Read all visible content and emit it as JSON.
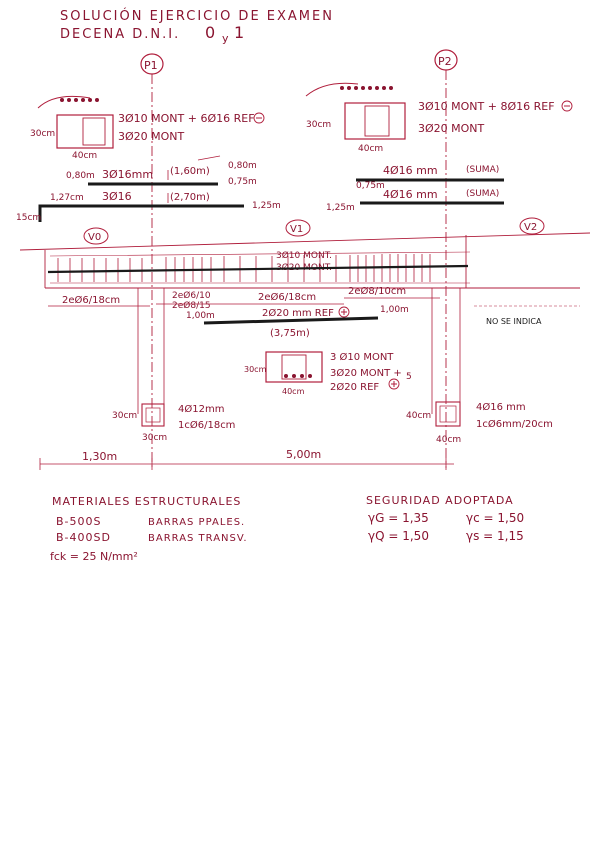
{
  "title": {
    "line1": "SOLUCIÓN EJERCICIO DE EXAMEN",
    "line2": "DECENA D.N.I.",
    "digits": "0",
    "y": "y",
    "digit2": "1"
  },
  "pillars": {
    "p1": "P1",
    "p2": "P2"
  },
  "beams": {
    "v0": "V0",
    "v1": "V1",
    "v2": "V2"
  },
  "section_p1": {
    "top_bars": "3Ø10 MONT + 6Ø16 REF",
    "bottom_bars": "3Ø20 MONT",
    "width": "40cm",
    "height": "30cm"
  },
  "section_p2": {
    "top_bars": "3Ø10 MONT + 8Ø16 REF",
    "bottom_bars": "3Ø20 MONT",
    "width": "40cm",
    "height": "30cm"
  },
  "top_reinf_left": {
    "bar1": "3Ø16mm",
    "bar2": "3Ø16",
    "len1": "(1,60m)",
    "len2": "(2,70m)",
    "off1": "0,80m",
    "off2": "0,75m",
    "off3": "1,25m",
    "left1": "0,80m",
    "left2": "1,27cm",
    "left3": "15cm"
  },
  "top_reinf_right": {
    "bar1": "4Ø16 mm",
    "bar2": "4Ø16 mm",
    "tag1": "(SUMA)",
    "tag2": "(SUMA)",
    "off1": "0,75m",
    "off2": "1,25m"
  },
  "beam_v1": {
    "mont1": "3Ø10 MONT.",
    "mont2": "3Ø20 MONT.",
    "bottom_ref": "2Ø20 mm REF",
    "bottom_len": "(3,75m)"
  },
  "stirrups": {
    "left": "2eØ6/18cm",
    "a": "2eØ6/10",
    "b": "2eØ8/15",
    "c": "2eØ6/18cm",
    "d": "2eØ8/10cm",
    "dist1": "1,00m",
    "dist2": "1,00m",
    "no_indica": "NO SE INDICA"
  },
  "section_mid": {
    "top": "3 Ø10 MONT",
    "mid": "3Ø20 MONT +",
    "ref": "2Ø20 REF",
    "num": "5",
    "width": "40cm",
    "height": "30cm"
  },
  "column_p1": {
    "bars": "4Ø12mm",
    "ties": "1cØ6/18cm",
    "width": "30cm",
    "height": "30cm"
  },
  "column_p2": {
    "bars": "4Ø16 mm",
    "ties": "1cØ6mm/20cm",
    "width": "40cm",
    "height": "40cm"
  },
  "spans": {
    "left": "1,30m",
    "main": "5,00m"
  },
  "materials": {
    "heading": "MATERIALES ESTRUCTURALES",
    "steel1": "B-500S",
    "use1": "BARRAS PPALES.",
    "steel2": "B-400SD",
    "use2": "BARRAS TRANSV.",
    "fck": "fck = 25 N/mm²"
  },
  "safety": {
    "heading": "SEGURIDAD ADOPTADA",
    "g1": "γG = 1,35",
    "g2": "γc = 1,50",
    "g3": "γQ = 1,50",
    "g4": "γs = 1,15"
  },
  "colors": {
    "ink": "#8a1430",
    "red_ink": "#b01e3c",
    "black_ink": "#1a1a1a"
  }
}
